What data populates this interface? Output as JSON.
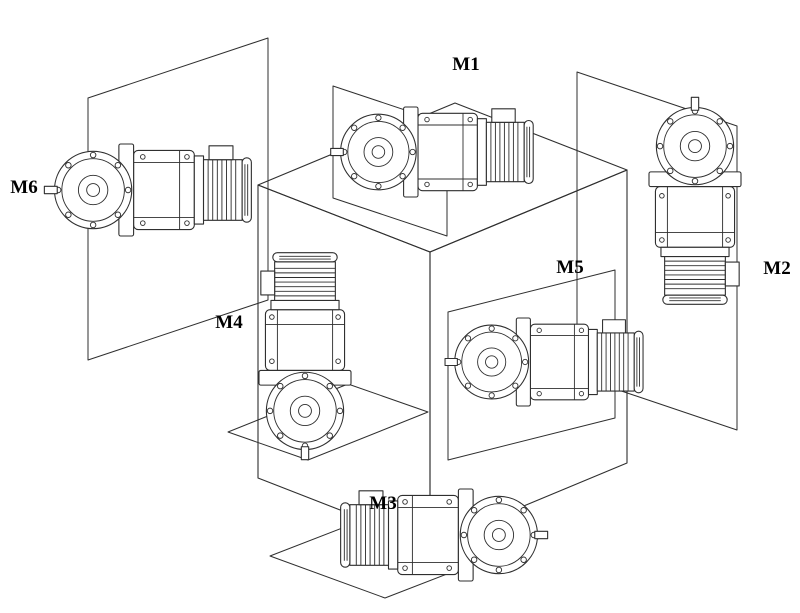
{
  "figure": {
    "positions": [
      {
        "id": "m1",
        "label": "M1"
      },
      {
        "id": "m2",
        "label": "M2"
      },
      {
        "id": "m3",
        "label": "M3"
      },
      {
        "id": "m4",
        "label": "M4"
      },
      {
        "id": "m5",
        "label": "M5"
      },
      {
        "id": "m6",
        "label": "M6"
      }
    ]
  },
  "colors": {
    "line": "#2f2f2f",
    "background": "#ffffff",
    "label": "#000000"
  }
}
